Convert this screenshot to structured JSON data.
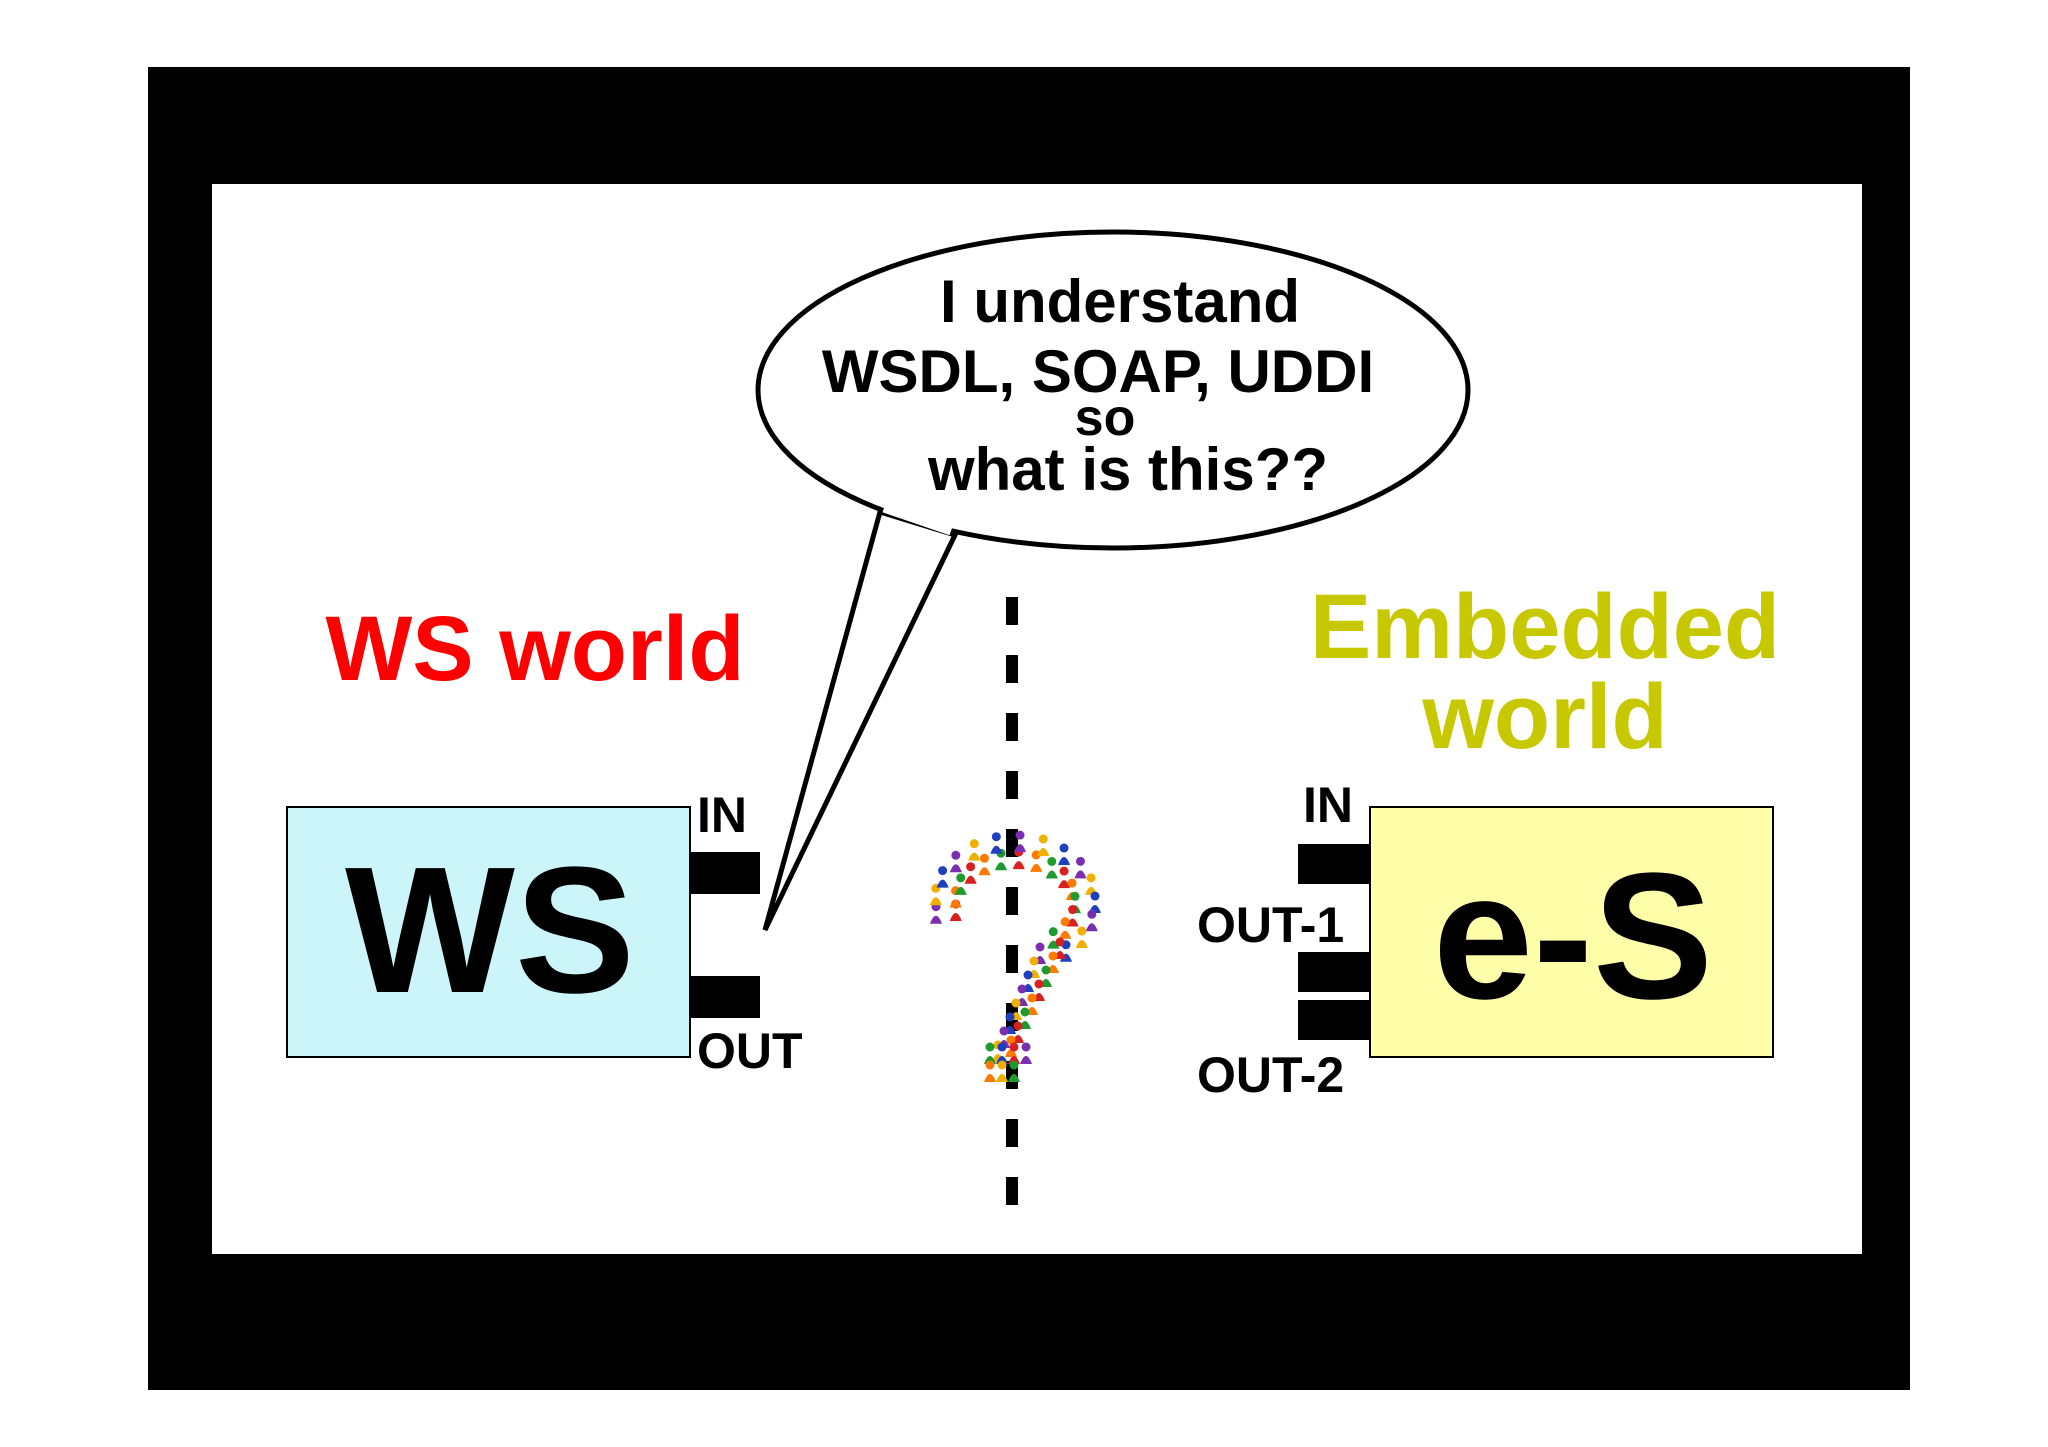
{
  "bubble": {
    "line1": "I understand",
    "line2": "WSDL, SOAP, UDDI",
    "line3": "so",
    "line4": "what is this??"
  },
  "ws_world": {
    "label": "WS world",
    "color": "#ff0000"
  },
  "embedded_world": {
    "line1": "Embedded",
    "line2": "world",
    "color": "#c8c800"
  },
  "ws_box": {
    "label": "WS",
    "fill": "#ccf5fa",
    "port_in": "IN",
    "port_out": "OUT"
  },
  "es_box": {
    "label": "e-S",
    "fill": "#ffffaa",
    "port_in": "IN",
    "port_out1": "OUT-1",
    "port_out2": "OUT-2"
  },
  "question_icon": "people-question-mark-icon"
}
